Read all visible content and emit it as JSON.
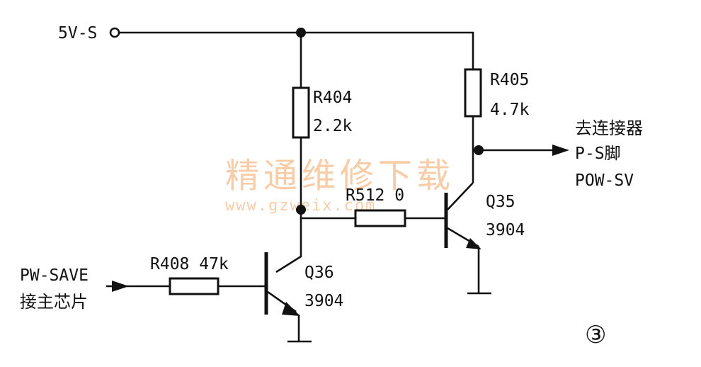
{
  "labels": {
    "supply": "5V-S",
    "r404_name": "R404",
    "r404_value": "2.2k",
    "r405_name": "R405",
    "r405_value": "4.7k",
    "r512": "R512 0",
    "r408": "R408 47k",
    "q35_name": "Q35",
    "q35_type": "3904",
    "q36_name": "Q36",
    "q36_type": "3904",
    "out_line1": "去连接器",
    "out_line2": "P-S脚",
    "out_line3": "POW-SV",
    "in_line1": "PW-SAVE",
    "in_line2": "接主芯片",
    "figure_number": "③"
  },
  "watermark": {
    "title": "精通维修下载",
    "url": "www.gzweix.com"
  }
}
